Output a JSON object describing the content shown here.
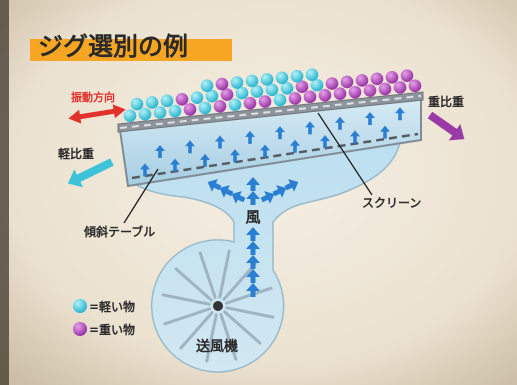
{
  "title": "ジグ選別の例",
  "labels": {
    "vibration_direction": "振動方向",
    "light_specific_gravity": "軽比重",
    "heavy_specific_gravity": "重比重",
    "screen": "スクリーン",
    "inclined_table": "傾斜テーブル",
    "wind": "風",
    "blower": "送風機"
  },
  "legend": [
    {
      "text": "=軽い物",
      "icon": "light-particle-ball",
      "color": "#27b4cf"
    },
    {
      "text": "=重い物",
      "icon": "heavy-particle-ball",
      "color": "#9632a3"
    }
  ],
  "colors": {
    "title_highlight": "#f6a623",
    "vibration_arrow": "#e2302a",
    "light_arrow": "#3cc3da",
    "heavy_arrow": "#9a3aa6",
    "wind_arrow": "#2b7fd2"
  }
}
